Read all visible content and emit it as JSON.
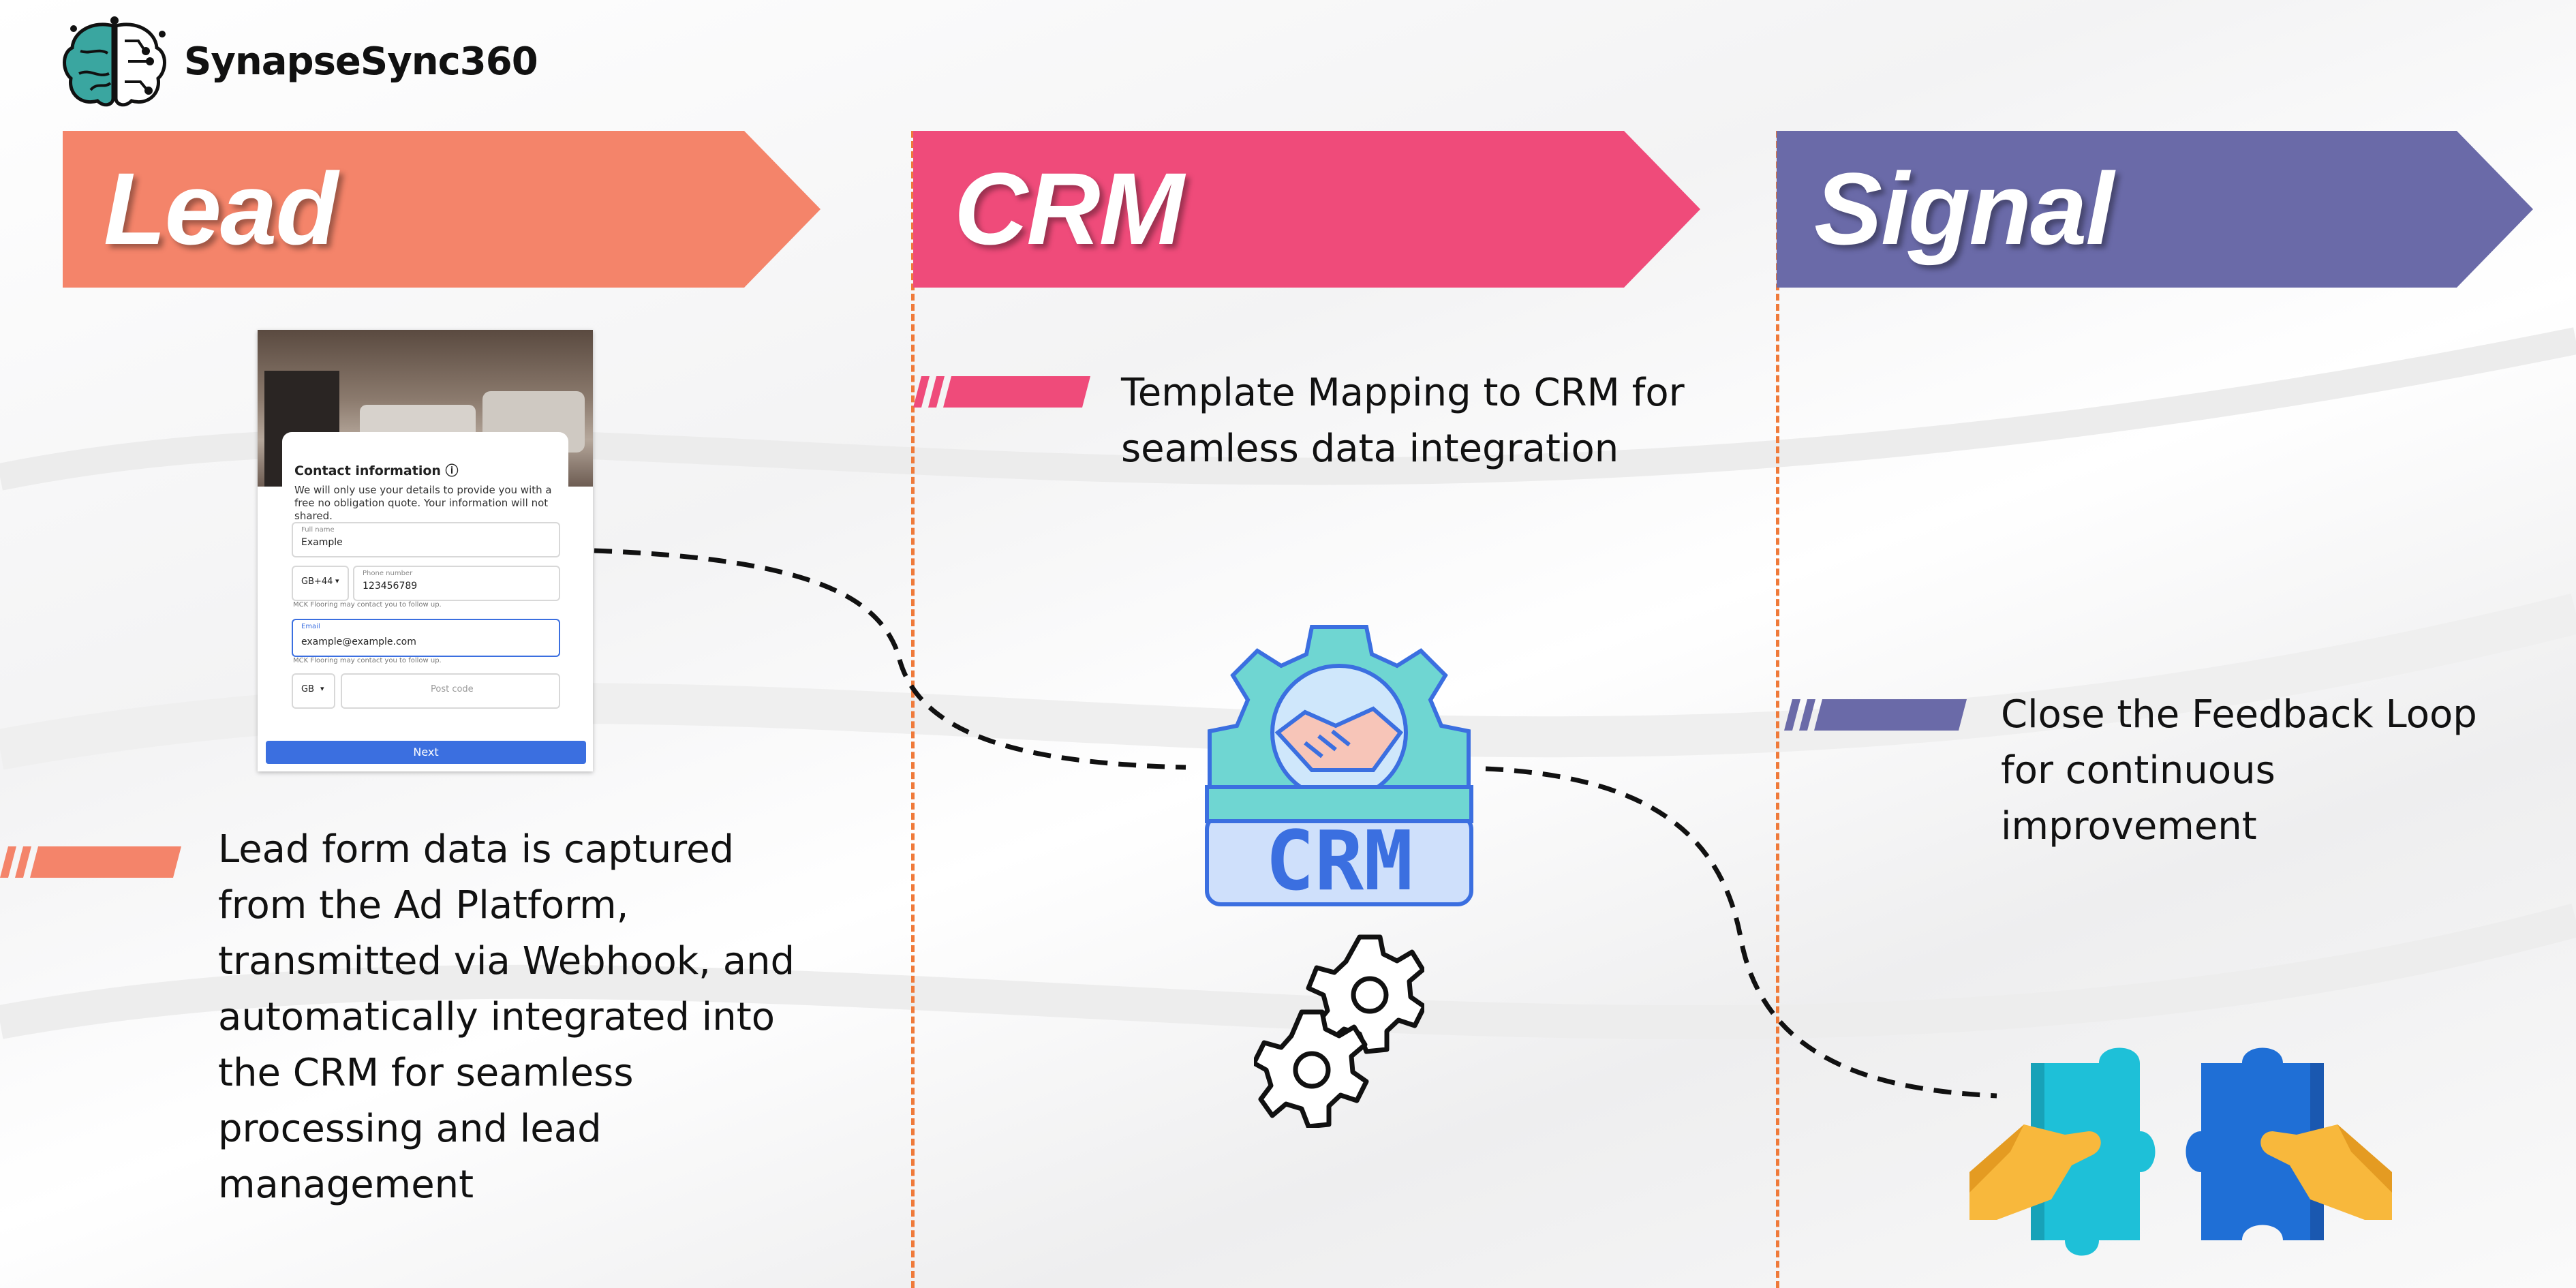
{
  "brand": {
    "name": "SynapseSync360",
    "logo_icon": "brain-icon"
  },
  "colors": {
    "lead": "#f4846a",
    "crm": "#ef4b7a",
    "signal": "#6a6aa8",
    "separator": "#ef7a3a"
  },
  "stages": {
    "lead": {
      "title": "Lead",
      "description": "Lead form data is captured from the Ad Platform, transmitted via Webhook, and automatically integrated into the CRM for seamless processing and lead management"
    },
    "crm": {
      "title": "CRM",
      "description": "Template Mapping to CRM for seamless data integration",
      "icon_label": "CRM",
      "icon": "crm-gear-handshake-icon"
    },
    "signal": {
      "title": "Signal",
      "description": "Close the Feedback Loop for continuous improvement",
      "icon": "puzzle-hands-icon"
    }
  },
  "lead_form": {
    "title": "Contact information",
    "description": "We will only use your details to provide you with a free no obligation quote. Your information will not shared.",
    "full_name_label": "Full name",
    "full_name_value": "Example",
    "country_code": "GB+44",
    "phone_label": "Phone number",
    "phone_value": "123456789",
    "phone_hint": "MCK Flooring may contact you to follow up.",
    "email_label": "Email",
    "email_value": "example@example.com",
    "email_hint": "MCK Flooring may contact you to follow up.",
    "country": "GB",
    "postcode_placeholder": "Post code",
    "next_label": "Next"
  }
}
